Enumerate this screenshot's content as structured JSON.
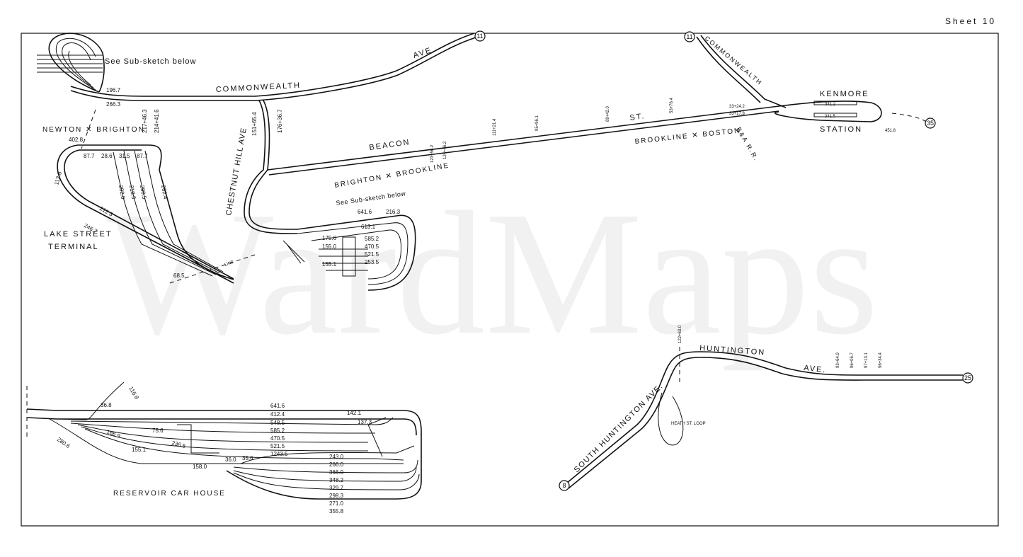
{
  "sheet": "Sheet 10",
  "watermark": "WardMaps",
  "route_markers": [
    "11",
    "11",
    "35",
    "25",
    "8"
  ],
  "streets": {
    "commonwealth_1": "COMMONWEALTH",
    "ave_1": "AVE.",
    "commonwealth_2": "COMMONWEALTH",
    "beacon": "BEACON",
    "st": "ST.",
    "chestnut_hill_ave": "CHESTNUT HILL AVE",
    "huntington": "HUNTINGTON",
    "ave_2": "AVE.",
    "south_huntington_ave": "SOUTH HUNTINGTON AVE.",
    "b_and_a_rr": "B&A R.R."
  },
  "places": {
    "kenmore": "KENMORE",
    "station": "STATION",
    "lake_street_terminal_1": "LAKE STREET",
    "lake_street_terminal_2": "TERMINAL",
    "reservoir_car_house": "RESERVOIR CAR HOUSE",
    "heath_st_loop": "HEATH ST. LOOP"
  },
  "boundaries": {
    "newton_brighton": "NEWTON ✕ BRIGHTON",
    "brighton_brookline": "BRIGHTON ✕ BROOKLINE",
    "brookline_boston": "BROOKLINE ✕ BOSTON",
    "line_1": "LINE",
    "line_2": "LINE"
  },
  "notes": {
    "sub_sketch_1": "See Sub-sketch below",
    "sub_sketch_2": "See Sub-sketch below"
  },
  "measurements": {
    "commonwealth": [
      "196.7",
      "266.3",
      "217+46.3",
      "214+41.6",
      "151+65.4",
      "176+36.7"
    ],
    "lake_street": [
      "402.8",
      "87.7",
      "28.6",
      "31.5",
      "87.7",
      "113.6",
      "212.3",
      "246.7",
      "202.0",
      "218.3",
      "280.5",
      "262.4",
      "68.5"
    ],
    "beacon": [
      "123+56.2",
      "124+46.2",
      "111+21.4",
      "95+96.1",
      "89+42.0",
      "53+76.4"
    ],
    "kenmore": [
      "341.2",
      "341.5",
      "451.8",
      "33+24.2",
      "33+17.8"
    ],
    "sub_sketch": [
      "641.6",
      "613.1",
      "585.2",
      "470.5",
      "521.5",
      "253.5",
      "175.6",
      "155.0",
      "155.1",
      "216.3"
    ],
    "reservoir": [
      "641.6",
      "412.4",
      "548.5",
      "585.2",
      "470.5",
      "521.5",
      "1243.5",
      "243.0",
      "266.0",
      "366.0",
      "348.2",
      "329.7",
      "298.3",
      "271.0",
      "355.8",
      "116.8",
      "36.8",
      "75.6",
      "186.9",
      "236.5",
      "155.1",
      "280.6",
      "158.0",
      "36.0",
      "35.6",
      "142.1",
      "137.3"
    ],
    "huntington": [
      "122+63.0",
      "93+64.9",
      "96+05.7",
      "97+13.1",
      "96+34.4"
    ]
  },
  "colors": {
    "ink": "#111111",
    "paper": "#ffffff",
    "watermark": "#f1f1f1"
  }
}
